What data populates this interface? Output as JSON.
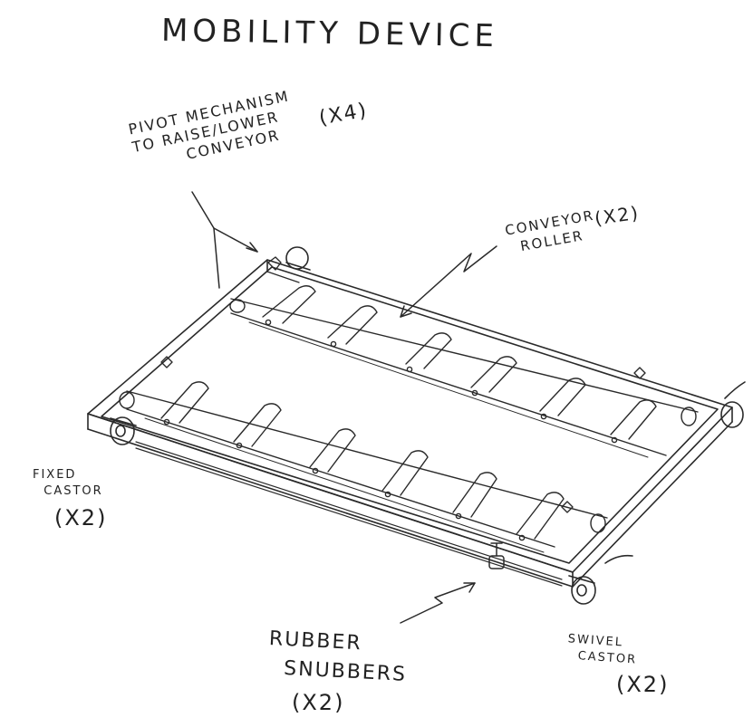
{
  "title": "MOBILITY DEVICE",
  "labels": {
    "pivot": {
      "lines": [
        "PIVOT MECHANISM",
        "TO RAISE/LOWER",
        "CONVEYOR"
      ],
      "count": "(X4)"
    },
    "conveyor_roller": {
      "lines": [
        "CONVEYOR",
        "ROLLER"
      ],
      "count": "(X2)"
    },
    "fixed_castor": {
      "lines": [
        "FIXED",
        "CASTOR"
      ],
      "count": "(X2)"
    },
    "rubber_snubbers": {
      "lines": [
        "RUBBER",
        "SNUBBERS"
      ],
      "count": "(X2)"
    },
    "swivel_castor": {
      "lines": [
        "SWIVEL",
        "CASTOR"
      ],
      "count": "(X2)"
    }
  },
  "colors": {
    "ink": "#2a2a2a",
    "paper": "#ffffff"
  }
}
